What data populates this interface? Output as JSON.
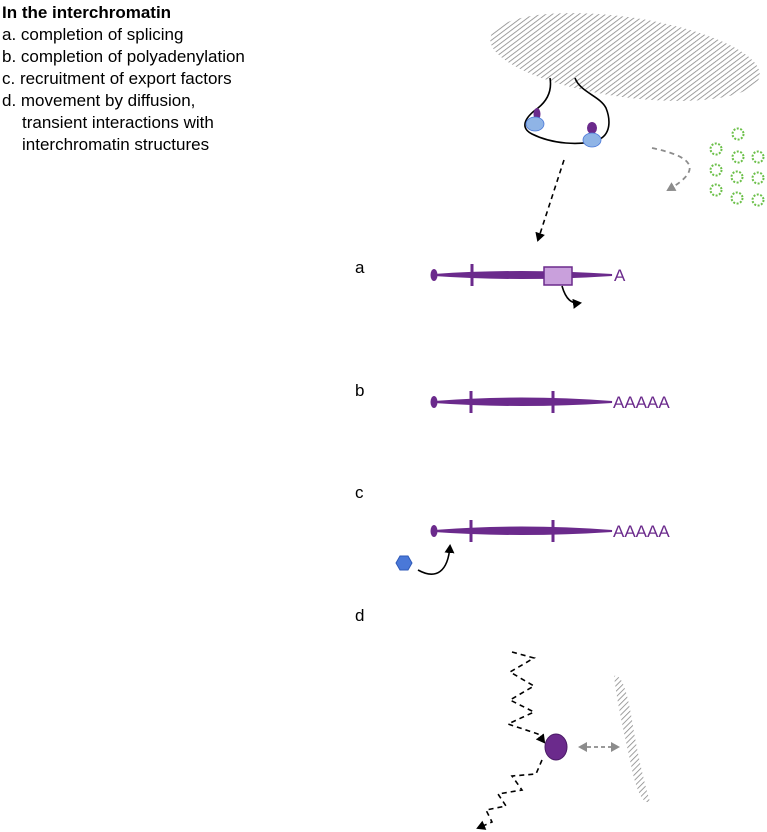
{
  "legend": {
    "title": "In the interchromatin",
    "items": [
      "a. completion of splicing",
      "b. completion of polyadenylation",
      "c. recruitment of export factors",
      "d. movement by diffusion,"
    ],
    "item_d_cont1": "transient interactions with",
    "item_d_cont2": "interchromatin structures"
  },
  "steps": {
    "a": "a",
    "b": "b",
    "c": "c",
    "d": "d"
  },
  "tails": {
    "a": "A",
    "b": "AAAAA",
    "c": "AAAAA"
  },
  "colors": {
    "mrna": "#6b2a8c",
    "exon_box": "#c9a0dc",
    "protein": "#8fb4e6",
    "export_factor": "#4a78d8",
    "granule": "#6cc04a",
    "hatch": "#888888",
    "grey_arrow": "#8c8c8c"
  }
}
